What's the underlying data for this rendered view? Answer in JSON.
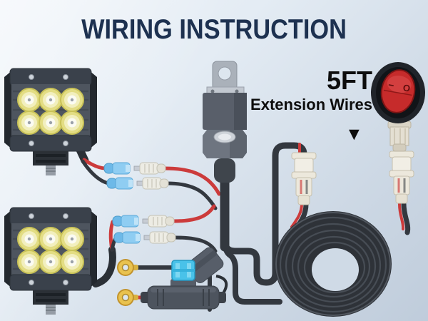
{
  "title": "WIRING INSTRUCTION",
  "callout": {
    "size": "5FT",
    "label": "Extension Wires"
  },
  "icons": {
    "down_arrow": "▼"
  },
  "switch": {
    "on_mark": "−",
    "off_mark": "O"
  },
  "components": {
    "light_pods": {
      "count": 2,
      "leds_per_pod": 6,
      "led_layout": "2 x 3"
    },
    "relay": {
      "count": 1
    },
    "spade_connector_pairs": {
      "count": 4,
      "female_color": "blue",
      "male_color": "clear"
    },
    "inline_connectors": {
      "count": 2
    },
    "ring_terminals": {
      "count": 2,
      "color": "gold"
    },
    "fuse_holder": {
      "count": 1,
      "fuse_color": "blue"
    },
    "wire_coil": {
      "count": 1
    },
    "rocker_switch": {
      "count": 1,
      "rocker_color": "red"
    }
  },
  "colors": {
    "background_top": "#eff4f9",
    "background_bottom": "#bfccdb",
    "title_text": "#1d3150",
    "label_text": "#0d0d0d",
    "wire_black": "#33383f",
    "wire_red": "#cc3b3b",
    "spade_female_blue": "#8fcdf2",
    "ring_terminal_gold": "#e9c24f",
    "fuse_blue": "#49c2e9",
    "switch_rocker_red": "#c62b2b",
    "housing_gray": "#4e555f",
    "led_rim_yellow": "#e3dd84"
  }
}
